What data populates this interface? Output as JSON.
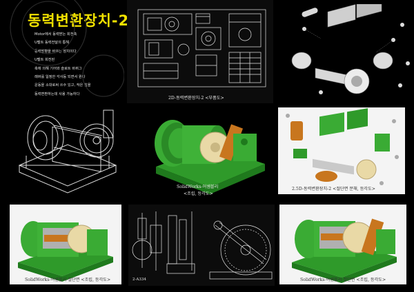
{
  "title": "동력변환장치-2",
  "description": [
    "Motor에서 동력받는 회전축",
    "U벨트 동력전달의 통해",
    "동력방향을 바꾸는 장치이다",
    "U벨트 회전된",
    "축에 의해 기어와 슬로트 바퀴그",
    "래버를 일정한 각사둥 되면서 원다",
    "운동을 소대로써 쓰수 있고, 작은 힘을",
    "동력변환하는데 사용 가능하다"
  ],
  "captions": {
    "drawing_2d": "2D-동력변환장치-2 <부품도>",
    "solidworks_assembly": [
      "SolidWorks-어셈블리",
      "<조립, 등각도>"
    ],
    "exploded": "2.5D-동력변환장치-2 <절단면 분해, 등각도>",
    "section_left": "SolidWorks-어셈블리-절단면 <조립, 등각도>",
    "section_right": "SolidWorks-어셈블리-절단면 <조립, 등각도>",
    "drawing_small_label": "2-A334"
  },
  "colors": {
    "title": "#f2e200",
    "base_green": "#2f9a2a",
    "gear_cream": "#e9d9a6",
    "bracket_orange": "#c8761e",
    "blueprint_line": "#e8e8e8",
    "panel_light": "#f4f4f4",
    "drawing_bg": "#0c0c0c"
  }
}
